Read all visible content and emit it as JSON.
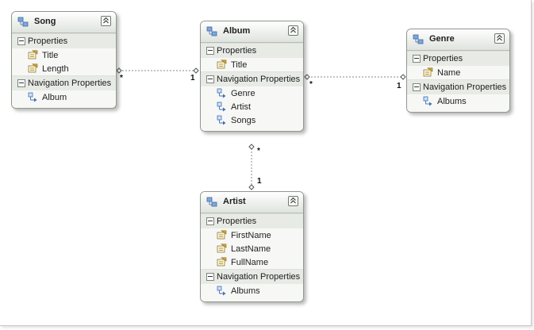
{
  "entities": {
    "song": {
      "name": "Song",
      "sections": [
        {
          "label": "Properties",
          "items": [
            "Title",
            "Length"
          ]
        },
        {
          "label": "Navigation Properties",
          "items": [
            "Album"
          ]
        }
      ]
    },
    "album": {
      "name": "Album",
      "sections": [
        {
          "label": "Properties",
          "items": [
            "Title"
          ]
        },
        {
          "label": "Navigation Properties",
          "items": [
            "Genre",
            "Artist",
            "Songs"
          ]
        }
      ]
    },
    "genre": {
      "name": "Genre",
      "sections": [
        {
          "label": "Properties",
          "items": [
            "Name"
          ]
        },
        {
          "label": "Navigation Properties",
          "items": [
            "Albums"
          ]
        }
      ]
    },
    "artist": {
      "name": "Artist",
      "sections": [
        {
          "label": "Properties",
          "items": [
            "FirstName",
            "LastName",
            "FullName"
          ]
        },
        {
          "label": "Navigation Properties",
          "items": [
            "Albums"
          ]
        }
      ]
    }
  },
  "associations": {
    "song_album": {
      "song_end": "*",
      "album_end": "1"
    },
    "album_genre": {
      "album_end": "*",
      "genre_end": "1"
    },
    "album_artist": {
      "album_end": "*",
      "artist_end": "1"
    }
  },
  "colors": {
    "border": "#8f9a8d",
    "property_icon": "#d9a830",
    "navigation_icon": "#3f6fb5",
    "connector": "#888888"
  },
  "icons": {
    "entity": "entity-icon",
    "property": "property-icon",
    "navigation": "navigation-property-icon",
    "collapse": "collapse-chevron-icon"
  }
}
